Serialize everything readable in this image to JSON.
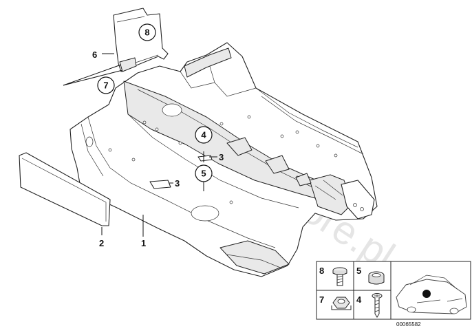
{
  "watermark": "www.bmwstore.pl",
  "callouts": {
    "c1": "1",
    "c2": "2",
    "c3a": "3",
    "c3b": "3",
    "c4": "4",
    "c5": "5",
    "c6": "6",
    "c7": "7",
    "c8": "8"
  },
  "legend": {
    "cells": [
      {
        "number": "8",
        "icon": "screw-icon"
      },
      {
        "number": "5",
        "icon": "bushing-icon"
      },
      {
        "number": "7",
        "icon": "nut-icon"
      },
      {
        "number": "4",
        "icon": "phillips-screw-icon"
      }
    ],
    "vehicle_icon": "car-location-icon"
  },
  "reference_number": "00065582"
}
